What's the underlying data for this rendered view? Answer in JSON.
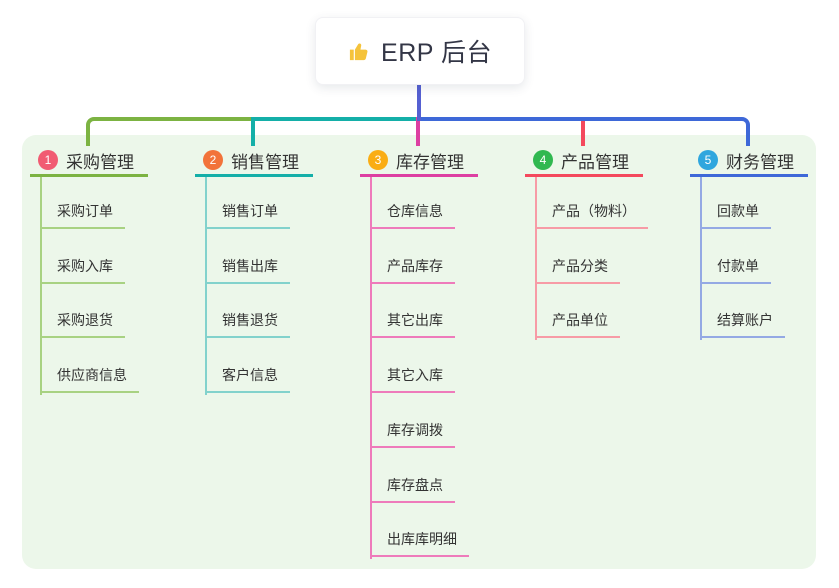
{
  "root": {
    "icon": "thumbs-up",
    "icon_color": "#F5C33B",
    "label": "ERP 后台"
  },
  "panel": {
    "bg": "#ECF7EA"
  },
  "connector": {
    "root_color": "#5560D2"
  },
  "branches": [
    {
      "num": "1",
      "label": "采购管理",
      "badge_color": "#F15B72",
      "line_color": "#7CB342",
      "child_line_color": "#A8D282",
      "children": [
        "采购订单",
        "采购入库",
        "采购退货",
        "供应商信息"
      ]
    },
    {
      "num": "2",
      "label": "销售管理",
      "badge_color": "#F2733A",
      "line_color": "#14AFA8",
      "child_line_color": "#82D2CC",
      "children": [
        "销售订单",
        "销售出库",
        "销售退货",
        "客户信息"
      ]
    },
    {
      "num": "3",
      "label": "库存管理",
      "badge_color": "#FAAD14",
      "line_color": "#DD3FA2",
      "child_line_color": "#EE7BBB",
      "children": [
        "仓库信息",
        "产品库存",
        "其它出库",
        "其它入库",
        "库存调拨",
        "库存盘点",
        "出库库明细"
      ]
    },
    {
      "num": "4",
      "label": "产品管理",
      "badge_color": "#30B850",
      "line_color": "#F4495D",
      "child_line_color": "#F79BA6",
      "children": [
        "产品（物料）",
        "产品分类",
        "产品单位"
      ]
    },
    {
      "num": "5",
      "label": "财务管理",
      "badge_color": "#2FA6DE",
      "line_color": "#3E68D8",
      "child_line_color": "#94A9E4",
      "children": [
        "回款单",
        "付款单",
        "结算账户"
      ]
    }
  ]
}
